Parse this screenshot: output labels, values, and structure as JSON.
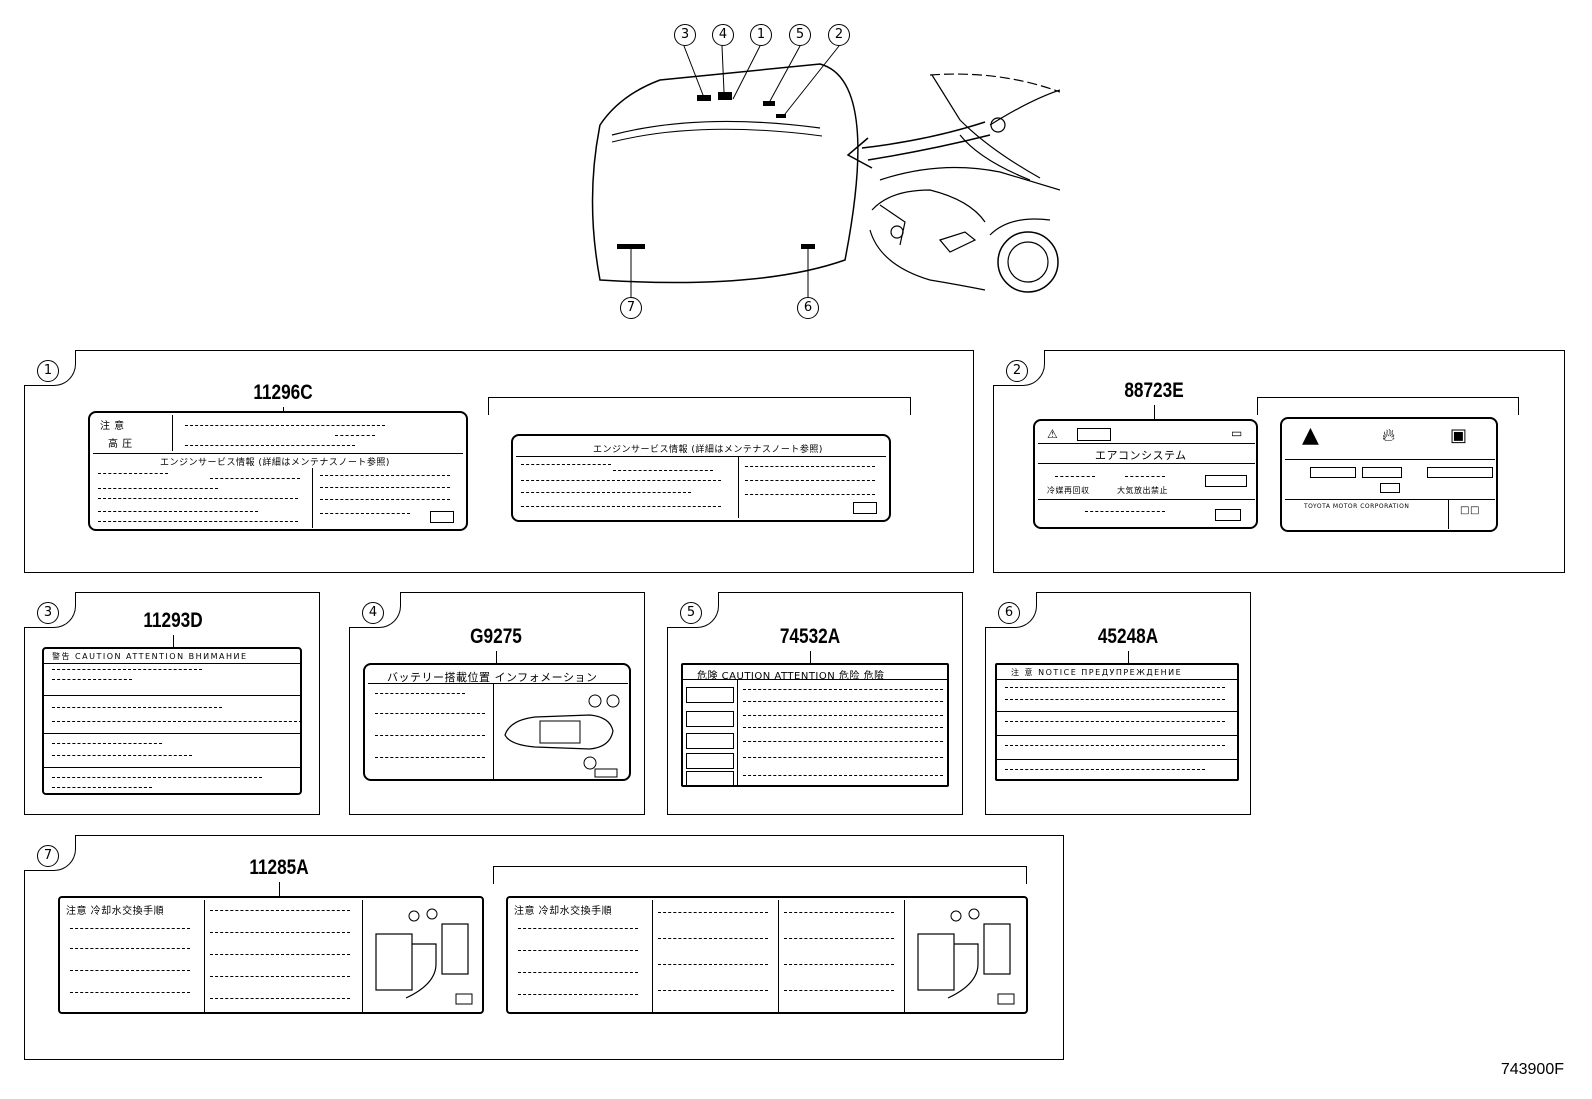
{
  "overview": {
    "callouts": [
      "3",
      "4",
      "1",
      "5",
      "2",
      "7",
      "6"
    ]
  },
  "panels": [
    {
      "num": "1",
      "part": "11296C",
      "label_lines": [
        "注 意",
        "高 圧",
        "エンジンサービス情報 (詳細はメンテナスノート参照)"
      ],
      "alt_header": "エンジンサービス情報 (詳細はメンテナスノート参照)"
    },
    {
      "num": "2",
      "part": "88723E",
      "label_lines": [
        "エアコンシステム",
        "冷媒再回収",
        "大気放出禁止"
      ],
      "alt_footer": "TOYOTA MOTOR CORPORATION"
    },
    {
      "num": "3",
      "part": "11293D",
      "label_lines": [
        "警告 CAUTION ATTENTION ВНИМАНИЕ"
      ]
    },
    {
      "num": "4",
      "part": "G9275",
      "label_lines": [
        "バッテリー搭載位置 インフォメーション"
      ]
    },
    {
      "num": "5",
      "part": "74532A",
      "label_lines": [
        "危険 CAUTION ATTENTION 危险 危險"
      ]
    },
    {
      "num": "6",
      "part": "45248A",
      "label_lines": [
        "注 意 NOTICE ПРЕДУПРЕЖДЕНИЕ"
      ]
    },
    {
      "num": "7",
      "part": "11285A",
      "label_lines": [
        "注意 冷却水交換手順"
      ]
    }
  ],
  "footer": {
    "code": "743900F"
  }
}
